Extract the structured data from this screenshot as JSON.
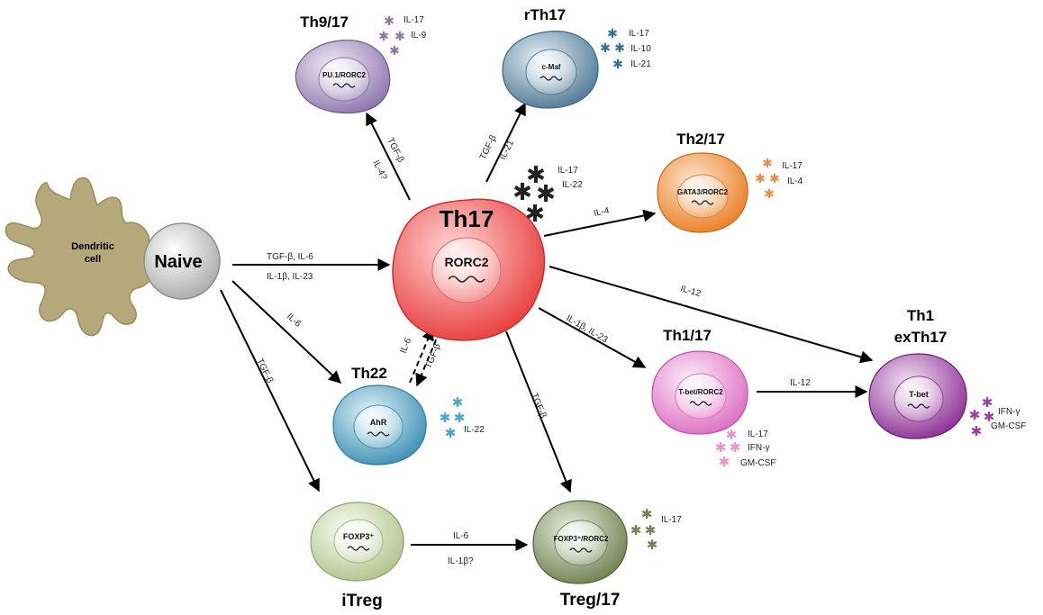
{
  "cells": {
    "dendritic": {
      "label_line1": "Dendritic",
      "label_line2": "cell",
      "color": "#b5a87a"
    },
    "naive": {
      "label": "Naive",
      "color": "#cfcfcf"
    },
    "th17": {
      "title": "Th17",
      "tf": "RORC2",
      "color": "#ef4a4a"
    },
    "th9_17": {
      "title": "Th9/17",
      "tf": "PU.1/RORC2",
      "color": "#a28cbd",
      "cytokines": [
        "IL-17",
        "IL-9"
      ],
      "star_color": "#8a79a8"
    },
    "rth17": {
      "title": "rTh17",
      "tf": "c-Maf",
      "color": "#6f93aa",
      "cytokines": [
        "IL-17",
        "IL-10",
        "IL-21"
      ],
      "star_color": "#2e6f93"
    },
    "th2_17": {
      "title": "Th2/17",
      "tf": "GATA3/RORC2",
      "color": "#f0913a",
      "cytokines": [
        "IL-17",
        "IL-4"
      ],
      "star_color": "#f08a3e"
    },
    "th22": {
      "title": "Th22",
      "tf": "AhR",
      "color": "#5aa8c8",
      "cytokines": [
        "IL-22"
      ],
      "star_color": "#46a8c8"
    },
    "th1_17": {
      "title": "Th1/17",
      "tf": "T-bet/RORC2",
      "color": "#e88ad0",
      "cytokines": [
        "IL-17",
        "IFN-γ",
        "GM-CSF"
      ],
      "star_color": "#ee8fcf"
    },
    "th1": {
      "title_line1": "Th1",
      "title_line2": "exTh17",
      "tf": "T-bet",
      "color": "#a04aa8",
      "cytokines": [
        "IFN-γ",
        "GM-CSF"
      ],
      "star_color": "#9a3d9f"
    },
    "itreg": {
      "title": "iTreg",
      "tf": "FOXP3⁺",
      "color": "#c5d4a7"
    },
    "treg17": {
      "title": "Treg/17",
      "tf": "FOXP3⁺/RORC2",
      "color": "#8a9a6a",
      "cytokines": [
        "IL-17"
      ],
      "star_color": "#7a7a55"
    },
    "th17_cytokines": [
      "IL-17",
      "IL-22"
    ],
    "th17_star_color": "#ee3b3b"
  },
  "edges": {
    "naive_th17_top": "TGF-β, IL-6",
    "naive_th17_bottom": "IL-1β, IL-23",
    "naive_th22": "IL-6",
    "naive_itreg": "TGF-β",
    "th17_th9_a": "TGF-β",
    "th17_th9_b": "IL-4?",
    "th17_rth17_a": "TGF-β",
    "th17_rth17_b": "IL-21",
    "th17_th2": "IL-4",
    "th17_th1": "IL-12",
    "th17_th1_17": "IL-1β, IL-23",
    "th22_th17_a": "IL-6",
    "th22_th17_b": "TGF-β",
    "th17_treg17": "TGF-β",
    "th1_17_th1": "IL-12",
    "itreg_treg17_top": "IL-6",
    "itreg_treg17_bottom": "IL-1β?"
  }
}
